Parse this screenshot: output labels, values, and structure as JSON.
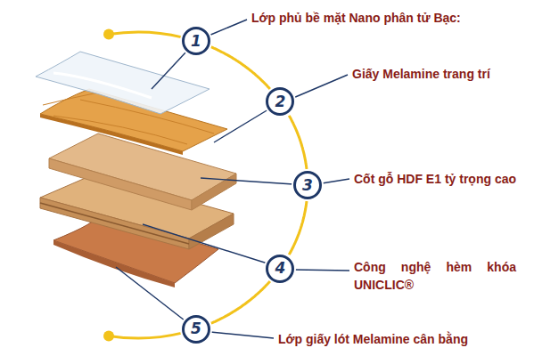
{
  "diagram": {
    "nodes": [
      {
        "text": [
          "1"
        ]
      },
      {
        "text": [
          "2"
        ]
      },
      {
        "text": [
          "3"
        ]
      },
      {
        "text": [
          "4"
        ]
      },
      {
        "text": [
          "5"
        ]
      }
    ],
    "edges": [
      {
        "from": 0,
        "to": 1,
        "arrow": "none"
      },
      {
        "from": 1,
        "to": 2,
        "arrow": "none"
      },
      {
        "from": 2,
        "to": 3,
        "arrow": "none"
      },
      {
        "from": 3,
        "to": 4,
        "arrow": "none"
      }
    ],
    "labels": [
      "Lớp phủ bề mặt Nano phân tử Bạc:",
      "Giấy Melamine trang trí",
      "Cốt gỗ HDF E1 tỷ trọng cao",
      "Công nghệ hèm khóa UNICLIC®",
      "Lớp giấy lót Melamine cân bằng"
    ]
  }
}
